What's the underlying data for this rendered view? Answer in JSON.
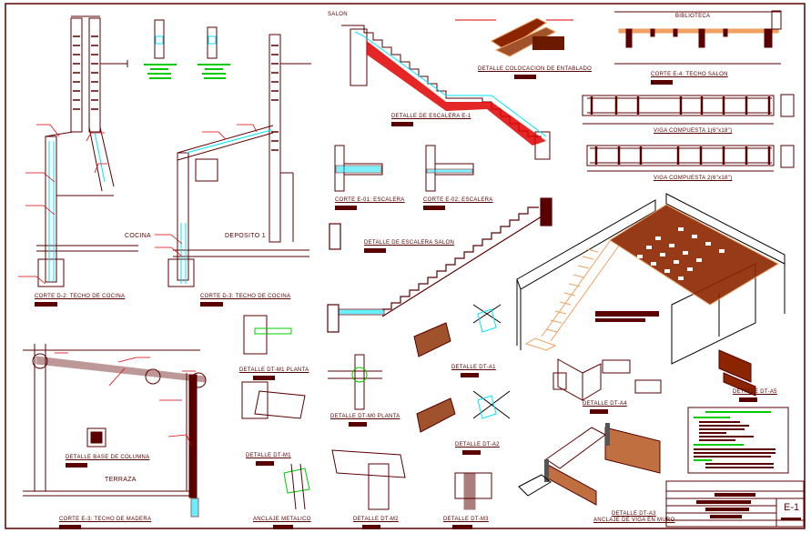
{
  "sheet": {
    "sheet_number": "E-1",
    "colors": {
      "line": "#5a0000",
      "annotation": "#e00000",
      "rebar": "#00e5ff",
      "level": "#00cc00",
      "wood": "#f0a060",
      "background": "#ffffff"
    }
  },
  "views": {
    "corte_d2": "CORTE D-2: TECHO DE COCINA",
    "corte_d3": "CORTE D-3: TECHO DE COCINA",
    "room_cocina": "COCINA",
    "room_deposito": "DEPOSITO 1",
    "room_salon": "SALON",
    "room_biblioteca": "BIBLIOTECA",
    "room_terraza": "TERRAZA",
    "detalle_escalera_e1": "DETALLE DE ESCALERA E-1",
    "detalle_colocacion": "DETALLE  COLOCACION DE ENTABLADO",
    "corte_e4": "CORTE E-4: TECHO SALON",
    "viga_compuesta_1": "VIGA COMPUESTA 1(6\"x18\")",
    "viga_compuesta_2": "VIGA COMPUESTA 2(6\"x18\")",
    "corte_e01": "CORTE E-01: ESCALERA",
    "corte_e02": "CORTE E-02: ESCALERA",
    "detalle_escalera_salon": "DETALLE DE ESCALERA SALON",
    "corte_e3": "CORTE E-3: TECHO DE MADERA",
    "detalle_base_columna": "DETALLE BASE DE COLUMNA",
    "detalle_dtm1_planta": "DETALLE DT-M1 PLANTA",
    "detalle_dtm1": "DETALLE DT-M1",
    "anclaje_metalico": "ANCLAJE METALICO",
    "detalle_dtm0_planta": "DETALLE DT-M0 PLANTA",
    "detalle_dtm2": "DETALLE DT-M2",
    "detalle_dta1": "DETALLE DT-A1",
    "detalle_dta2": "DETALLE DT-A2",
    "detalle_dtm3": "DETALLE DT-M3",
    "detalle_dta4": "DETALLE DT-A4",
    "detalle_dta5": "DETALLE DT-A5",
    "detalle_dta3_l1": "DETALLE DT-A3",
    "detalle_dta3_l2": "ANCLAJE DE VIGA EN MURO"
  }
}
